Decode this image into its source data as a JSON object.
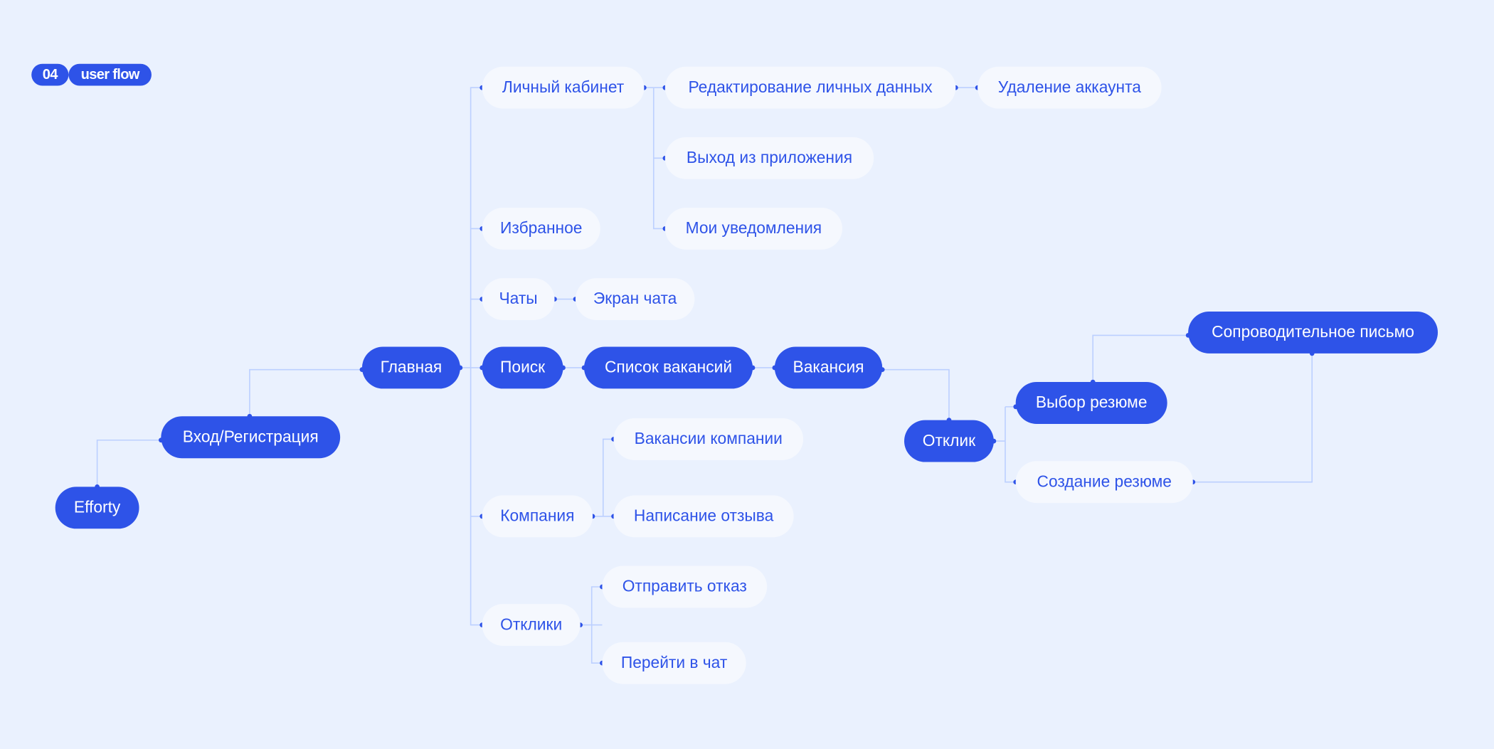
{
  "badge": {
    "number": "04",
    "label": "user flow"
  },
  "nodes": {
    "efforty": "Efforty",
    "login": "Вход/Регистрация",
    "main": "Главная",
    "profile": "Личный кабинет",
    "favorites": "Избранное",
    "chats": "Чаты",
    "search": "Поиск",
    "company": "Компания",
    "responses": "Отклики",
    "edit_profile": "Редактирование личных данных",
    "delete_account": "Удаление аккаунта",
    "logout": "Выход из приложения",
    "notifications": "Мои уведомления",
    "chat_screen": "Экран чата",
    "vacancy_list": "Список вакансий",
    "vacancy": "Вакансия",
    "company_vacancies": "Вакансии компании",
    "write_review": "Написание отзыва",
    "send_rejection": "Отправить отказ",
    "go_to_chat": "Перейти в чат",
    "apply": "Отклик",
    "choose_resume": "Выбор резюме",
    "create_resume": "Создание резюме",
    "cover_letter": "Сопроводительное письмо"
  },
  "colors": {
    "background": "#eaf1fe",
    "accent": "#2e53e8",
    "light_node": "#f5f8fe",
    "connector": "#bcd0ff"
  }
}
